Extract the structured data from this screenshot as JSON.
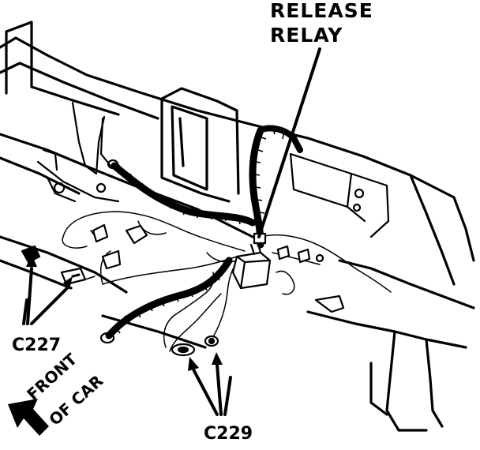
{
  "labels": {
    "release_relay_line1": "RELEASE",
    "release_relay_line2": "RELAY",
    "c227": "C227",
    "c229": "C229",
    "front_of_car_line1": "FRONT",
    "front_of_car_line2": "OF CAR"
  },
  "colors": {
    "ink": "#000000",
    "paper": "#ffffff"
  }
}
